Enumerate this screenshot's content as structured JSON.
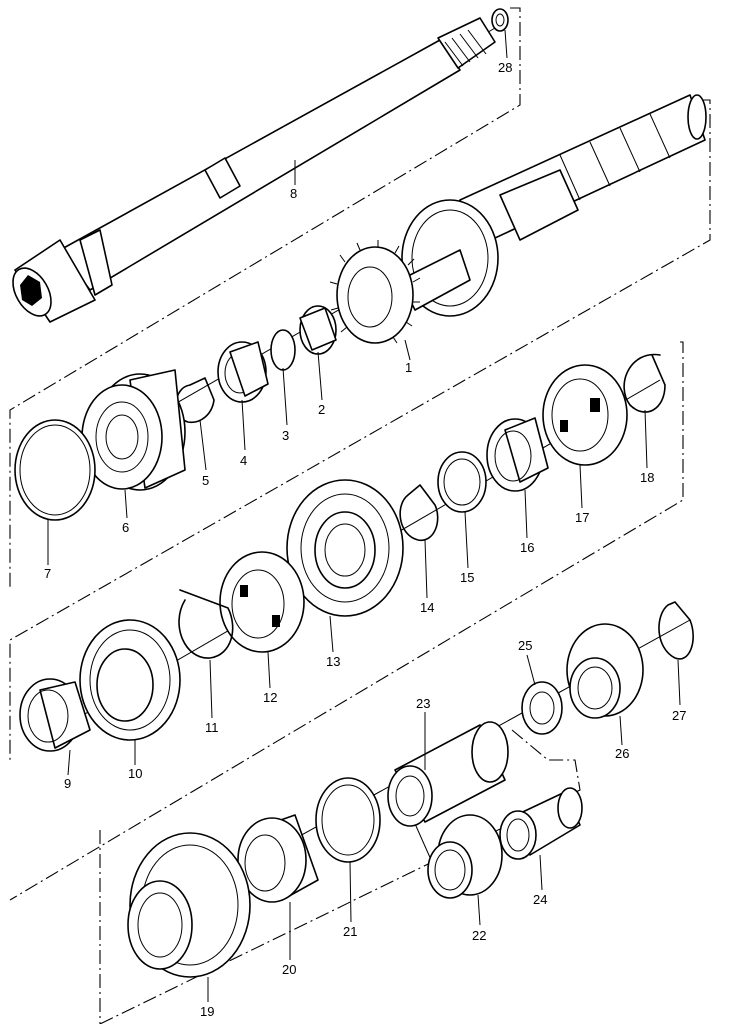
{
  "diagram": {
    "parts": [
      {
        "id": "1",
        "label": "1"
      },
      {
        "id": "2",
        "label": "2"
      },
      {
        "id": "3",
        "label": "3"
      },
      {
        "id": "4",
        "label": "4"
      },
      {
        "id": "5",
        "label": "5"
      },
      {
        "id": "6",
        "label": "6"
      },
      {
        "id": "7",
        "label": "7"
      },
      {
        "id": "8",
        "label": "8"
      },
      {
        "id": "9",
        "label": "9"
      },
      {
        "id": "10",
        "label": "10"
      },
      {
        "id": "11",
        "label": "11"
      },
      {
        "id": "12",
        "label": "12"
      },
      {
        "id": "13",
        "label": "13"
      },
      {
        "id": "14",
        "label": "14"
      },
      {
        "id": "15",
        "label": "15"
      },
      {
        "id": "16",
        "label": "16"
      },
      {
        "id": "17",
        "label": "17"
      },
      {
        "id": "18",
        "label": "18"
      },
      {
        "id": "19",
        "label": "19"
      },
      {
        "id": "20",
        "label": "20"
      },
      {
        "id": "21",
        "label": "21"
      },
      {
        "id": "22",
        "label": "22"
      },
      {
        "id": "23",
        "label": "23"
      },
      {
        "id": "24",
        "label": "24"
      },
      {
        "id": "25",
        "label": "25"
      },
      {
        "id": "26",
        "label": "26"
      },
      {
        "id": "27",
        "label": "27"
      },
      {
        "id": "28",
        "label": "28"
      }
    ]
  }
}
